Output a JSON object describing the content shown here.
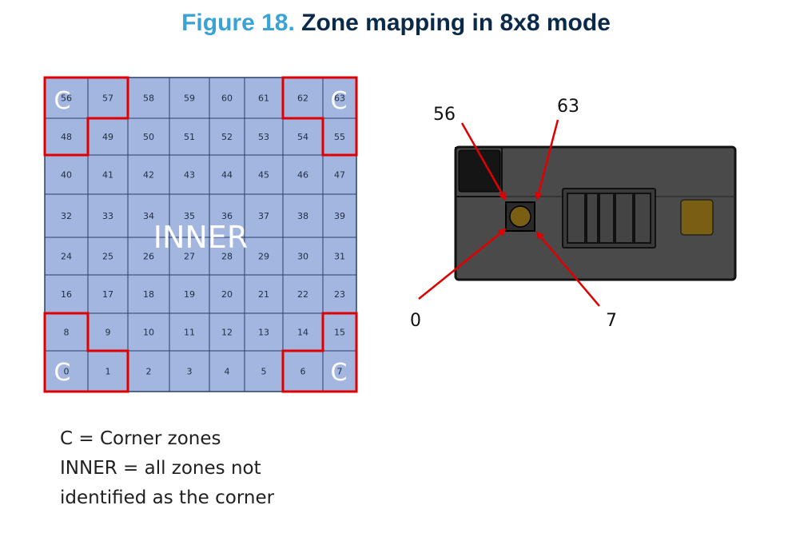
{
  "title": {
    "figure_label": "Figure 18.",
    "text": "Zone mapping in 8x8 mode"
  },
  "grid": {
    "rows": [
      [
        "56",
        "57",
        "58",
        "59",
        "60",
        "61",
        "62",
        "63"
      ],
      [
        "48",
        "49",
        "50",
        "51",
        "52",
        "53",
        "54",
        "55"
      ],
      [
        "40",
        "41",
        "42",
        "43",
        "44",
        "45",
        "46",
        "47"
      ],
      [
        "32",
        "33",
        "34",
        "35",
        "36",
        "37",
        "38",
        "39"
      ],
      [
        "24",
        "25",
        "26",
        "27",
        "28",
        "29",
        "30",
        "31"
      ],
      [
        "16",
        "17",
        "18",
        "19",
        "20",
        "21",
        "22",
        "23"
      ],
      [
        "8",
        "9",
        "10",
        "11",
        "12",
        "13",
        "14",
        "15"
      ],
      [
        "0",
        "1",
        "2",
        "3",
        "4",
        "5",
        "6",
        "7"
      ]
    ],
    "corner_label": "C",
    "inner_label": "INNER",
    "cell_color": "#a3b6df",
    "grid_line_color": "#2b3f6b",
    "corner_outline_color": "#e00000"
  },
  "sensor": {
    "labels": {
      "top_left": "56",
      "top_right": "63",
      "bottom_left": "0",
      "bottom_right": "7"
    },
    "body_color": "#4a4a4a",
    "lens_color": "#7a5e14",
    "pad_color": "#7a5e14",
    "arrow_color": "#e00000"
  },
  "legend": {
    "line1": "C = Corner zones",
    "line2": "INNER = all zones not",
    "line3": "identified as the corner"
  }
}
